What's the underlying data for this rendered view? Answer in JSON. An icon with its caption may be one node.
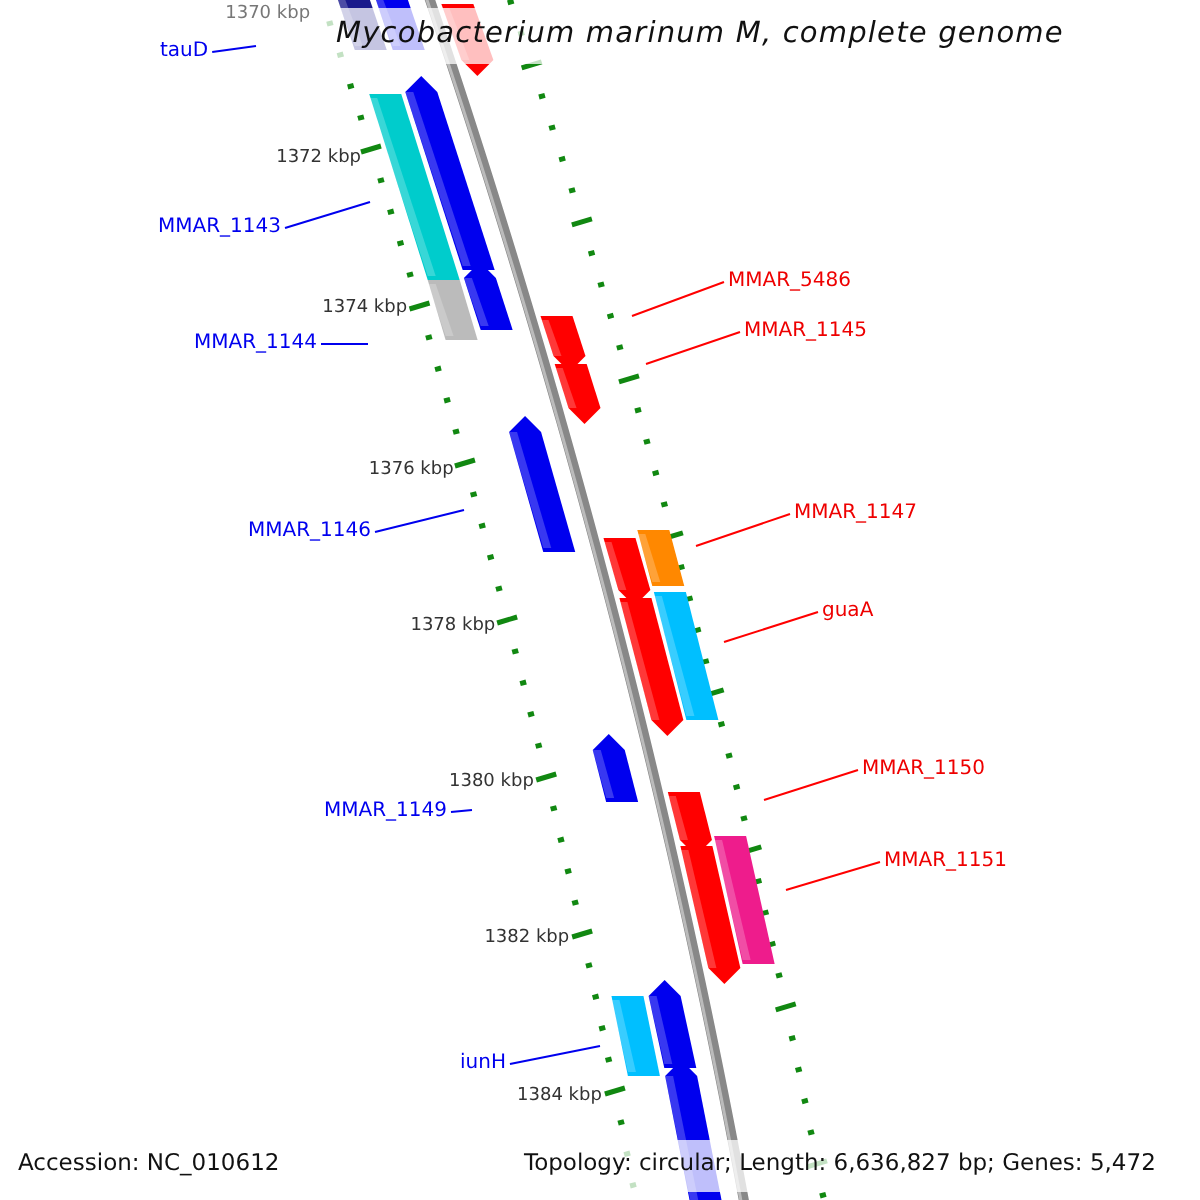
{
  "diagram": {
    "title": "Mycobacterium marinum M, complete genome",
    "nodes": [
      {
        "text": [
          "tauD"
        ]
      },
      {
        "text": [
          "MMAR_1143"
        ]
      },
      {
        "text": [
          "MMAR_1144"
        ]
      },
      {
        "text": [
          "MMAR_1146"
        ]
      },
      {
        "text": [
          "MMAR_1149"
        ]
      },
      {
        "text": [
          "iunH"
        ]
      },
      {
        "text": [
          "MMAR_5486"
        ]
      },
      {
        "text": [
          "MMAR_1145"
        ]
      },
      {
        "text": [
          "MMAR_1147"
        ]
      },
      {
        "text": [
          "guaA"
        ]
      },
      {
        "text": [
          "MMAR_1150"
        ]
      },
      {
        "text": [
          "MMAR_1151"
        ]
      }
    ],
    "edges": [
      {
        "from": 0,
        "to": null,
        "arrow": "none"
      },
      {
        "from": 1,
        "to": null,
        "arrow": "none"
      },
      {
        "from": 2,
        "to": null,
        "arrow": "none"
      },
      {
        "from": 3,
        "to": null,
        "arrow": "none"
      },
      {
        "from": 4,
        "to": null,
        "arrow": "none"
      },
      {
        "from": 5,
        "to": null,
        "arrow": "none"
      },
      {
        "from": 6,
        "to": null,
        "arrow": "none",
        "color": "#ff0000"
      },
      {
        "from": 7,
        "to": null,
        "arrow": "none",
        "color": "#ff0000"
      },
      {
        "from": 8,
        "to": null,
        "arrow": "none",
        "color": "#ff0000"
      },
      {
        "from": 9,
        "to": null,
        "arrow": "none",
        "color": "#ff0000"
      },
      {
        "from": 10,
        "to": null,
        "arrow": "none",
        "color": "#ff0000"
      },
      {
        "from": 11,
        "to": null,
        "arrow": "none",
        "color": "#ff0000"
      }
    ],
    "labels": [
      "1370 kbp",
      "1372 kbp",
      "1374 kbp",
      "1376 kbp",
      "1378 kbp",
      "1380 kbp",
      "1382 kbp",
      "1384 kbp",
      "Accession: NC_010612",
      "Topology: circular; Length: 6,636,827 bp; Genes: 5,472"
    ]
  }
}
